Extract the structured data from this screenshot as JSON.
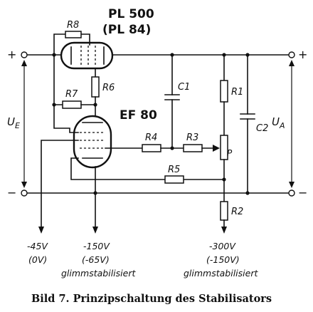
{
  "tubes": {
    "upper": "PL 500",
    "upper_alt": "(PL 84)",
    "lower": "EF 80"
  },
  "resistors": [
    "R8",
    "R7",
    "R6",
    "R4",
    "R3",
    "R5",
    "R1",
    "R2"
  ],
  "capacitors": [
    "C1",
    "C2"
  ],
  "potentiometer": "P",
  "terminals": {
    "input": "U",
    "input_sub": "E",
    "output": "U",
    "output_sub": "A",
    "plus": "+",
    "minus": "−"
  },
  "supplies": {
    "a": {
      "value": "-45V",
      "alt": "(0V)"
    },
    "b": {
      "value": "-150V",
      "alt": "(-65V)",
      "note": "glimmstabilisiert"
    },
    "c": {
      "value": "-300V",
      "alt": "(-150V)",
      "note": "glimmstabilisiert"
    }
  },
  "caption": "Bild 7. Prinzipschaltung des Stabilisators"
}
